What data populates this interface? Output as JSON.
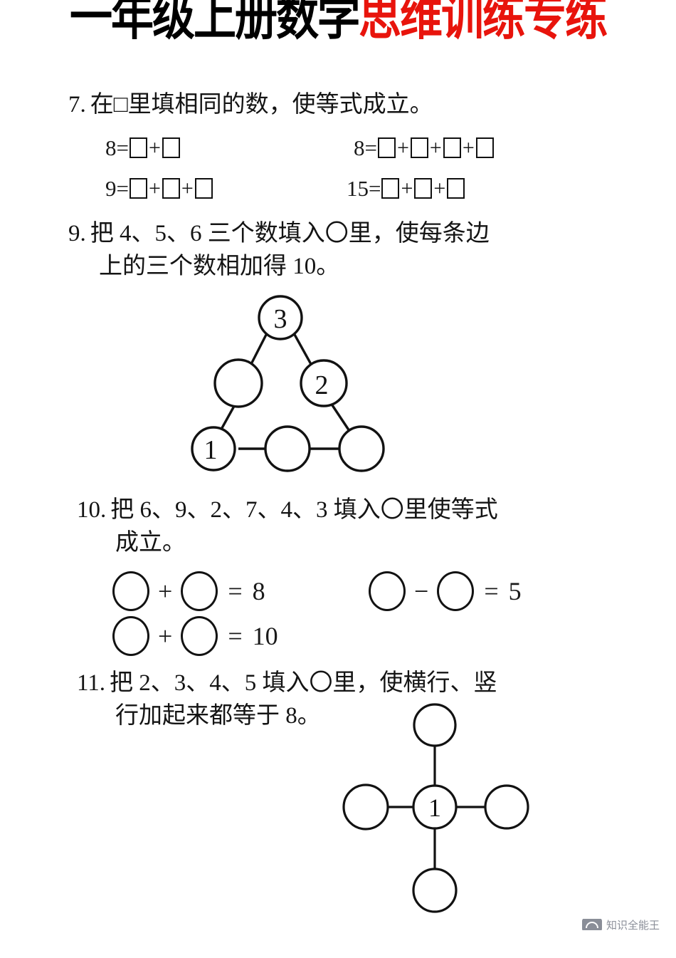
{
  "title": {
    "black_part": "一年级上册数学",
    "red_part": "思维训练专练",
    "black_color": "#000000",
    "red_color": "#e8140c"
  },
  "questions": [
    {
      "number": "7.",
      "prompt": "在□里填相同的数，使等式成立。",
      "equations": [
        {
          "lead": "8=",
          "boxes": 2
        },
        {
          "lead": "8=",
          "boxes": 4
        },
        {
          "lead": "9=",
          "boxes": 3
        },
        {
          "lead": "15=",
          "boxes": 3
        }
      ]
    },
    {
      "number": "9.",
      "prompt_line1": "把 4、5、6 三个数填入〇里，使每条边",
      "prompt_line2": "上的三个数相加得 10。",
      "figure": {
        "type": "triangle",
        "nodes": [
          {
            "position": "top",
            "value": "3"
          },
          {
            "position": "mid-left",
            "value": ""
          },
          {
            "position": "mid-right",
            "value": "2"
          },
          {
            "position": "bottom-left",
            "value": "1"
          },
          {
            "position": "bottom-middle",
            "value": ""
          },
          {
            "position": "bottom-right",
            "value": ""
          }
        ]
      }
    },
    {
      "number": "10.",
      "prompt_line1": "把 6、9、2、7、4、3 填入〇里使等式",
      "prompt_line2": "成立。",
      "circle_equations": [
        {
          "op": "+",
          "eq": "=",
          "result": "8"
        },
        {
          "op": "−",
          "eq": "=",
          "result": "5"
        },
        {
          "op": "+",
          "eq": "=",
          "result": "10"
        }
      ]
    },
    {
      "number": "11.",
      "prompt_line1": "把 2、3、4、5 填入〇里，使横行、竖",
      "prompt_line2": "行加起来都等于 8。",
      "figure": {
        "type": "cross",
        "nodes": [
          {
            "position": "top",
            "value": ""
          },
          {
            "position": "left",
            "value": ""
          },
          {
            "position": "center",
            "value": "1"
          },
          {
            "position": "right",
            "value": ""
          },
          {
            "position": "bottom",
            "value": ""
          }
        ]
      }
    }
  ],
  "watermark": {
    "text": "知识全能王"
  }
}
